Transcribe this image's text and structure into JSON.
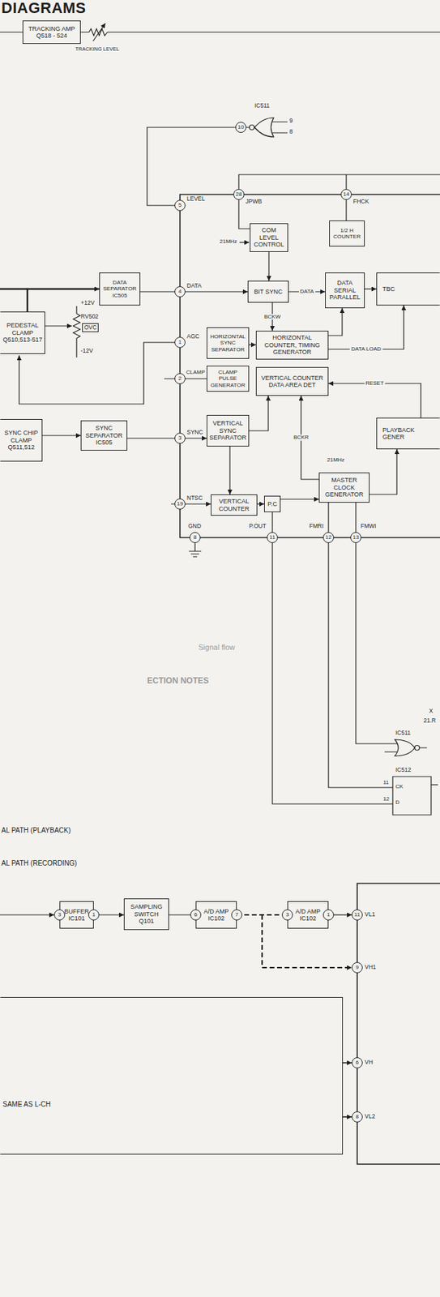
{
  "diagram": {
    "title": "DIAGRAMS",
    "nodes": [
      {
        "text": [
          "TRACKING AMP Q518 - 524"
        ]
      },
      {
        "text": [
          "COM LEVEL CONTROL"
        ]
      },
      {
        "text": [
          "1/2 H COUNTER"
        ]
      },
      {
        "text": [
          "DATA SEPARATOR IC505"
        ]
      },
      {
        "text": [
          "BIT SYNC"
        ]
      },
      {
        "text": [
          "DATA SERIAL PARALLEL"
        ]
      },
      {
        "text": [
          "TBC"
        ]
      },
      {
        "text": [
          "PEDESTAL CLAMP Q510,513-517"
        ]
      },
      {
        "text": [
          "HORIZONTAL SYNC SEPARATOR"
        ]
      },
      {
        "text": [
          "HORIZONTAL COUNTER, TIMING GENERATOR"
        ]
      },
      {
        "text": [
          "CLAMP PULSE GENERATOR"
        ]
      },
      {
        "text": [
          "VERTICAL COUNTER DATA AREA DET"
        ]
      },
      {
        "text": [
          "SYNC CHIP CLAMP Q511,512"
        ]
      },
      {
        "text": [
          "SYNC SEPARATOR IC505"
        ]
      },
      {
        "text": [
          "VERTICAL SYNC SEPARATOR"
        ]
      },
      {
        "text": [
          "PLAYBACK GENER"
        ]
      },
      {
        "text": [
          "MASTER CLOCK GENERATOR"
        ]
      },
      {
        "text": [
          "VERTICAL COUNTER"
        ]
      },
      {
        "text": [
          "P.C"
        ]
      },
      {
        "text": [
          "BUFFER IC101"
        ]
      },
      {
        "text": [
          "SAMPLING SWITCH Q101"
        ]
      },
      {
        "text": [
          "A/D AMP IC102"
        ]
      },
      {
        "text": [
          "A/D AMP IC102"
        ]
      },
      {
        "text": [
          "SAME AS L-CH"
        ]
      }
    ],
    "edges": [
      {
        "from": 3,
        "to": 4,
        "arrow": "to"
      },
      {
        "from": 4,
        "to": 5,
        "label": "DATA",
        "arrow": "to"
      },
      {
        "from": 5,
        "to": 6,
        "arrow": "to"
      },
      {
        "from": 1,
        "to": 4,
        "arrow": "to"
      },
      {
        "from": 4,
        "to": 9,
        "label": "BCKW",
        "arrow": "to"
      },
      {
        "from": 8,
        "to": 9,
        "arrow": "to"
      },
      {
        "from": 9,
        "to": 5,
        "arrow": "to"
      },
      {
        "from": 9,
        "to": 6,
        "label": "DATA LOAD",
        "arrow": "to"
      },
      {
        "from": 15,
        "to": 11,
        "label": "RESET",
        "arrow": "to"
      },
      {
        "from": 16,
        "to": 11,
        "label": "BCKR",
        "arrow": "to"
      },
      {
        "from": 14,
        "to": 11,
        "arrow": "to"
      },
      {
        "from": 14,
        "to": 17,
        "arrow": "to"
      },
      {
        "from": 17,
        "to": 18,
        "arrow": "to"
      },
      {
        "from": 18,
        "to": 16,
        "arrow": "to"
      },
      {
        "from": 16,
        "to": 15,
        "arrow": "to"
      },
      {
        "from": 12,
        "to": 13,
        "arrow": "to"
      },
      {
        "from": 13,
        "to": 14,
        "arrow": "to"
      },
      {
        "from": 7,
        "to": 3,
        "arrow": "to"
      },
      {
        "from": 19,
        "to": 20,
        "arrow": "to"
      },
      {
        "from": 20,
        "to": 21,
        "arrow": "to"
      },
      {
        "from": 21,
        "to": 22,
        "arrow": "to"
      }
    ],
    "labels": [
      "IC511",
      "10",
      "9",
      "8",
      "TRACKING LEVEL",
      "28",
      "JPWB",
      "14",
      "FHCK",
      "5",
      "LEVEL",
      "21MHz",
      "4",
      "DATA",
      "1",
      "AGC",
      "+12V",
      "RV502",
      "OVC",
      "-12V",
      "2",
      "CLAMP",
      "3",
      "SYNC",
      "19",
      "NTSC",
      "21MHz",
      "8",
      "GND",
      "11",
      "P.OUT",
      "12",
      "FMRI",
      "13",
      "FMWI",
      "Signal flow",
      "ECTION NOTES",
      "X",
      "21.R",
      "IC511",
      "IC512",
      "11",
      "CK",
      "12",
      "D",
      "AL PATH (PLAYBACK)",
      "AL PATH (RECORDING)",
      "3",
      "1",
      "6",
      "7",
      "3",
      "1",
      "11",
      "VL1",
      "9",
      "VH1",
      "6",
      "VH",
      "8",
      "VL2"
    ]
  }
}
